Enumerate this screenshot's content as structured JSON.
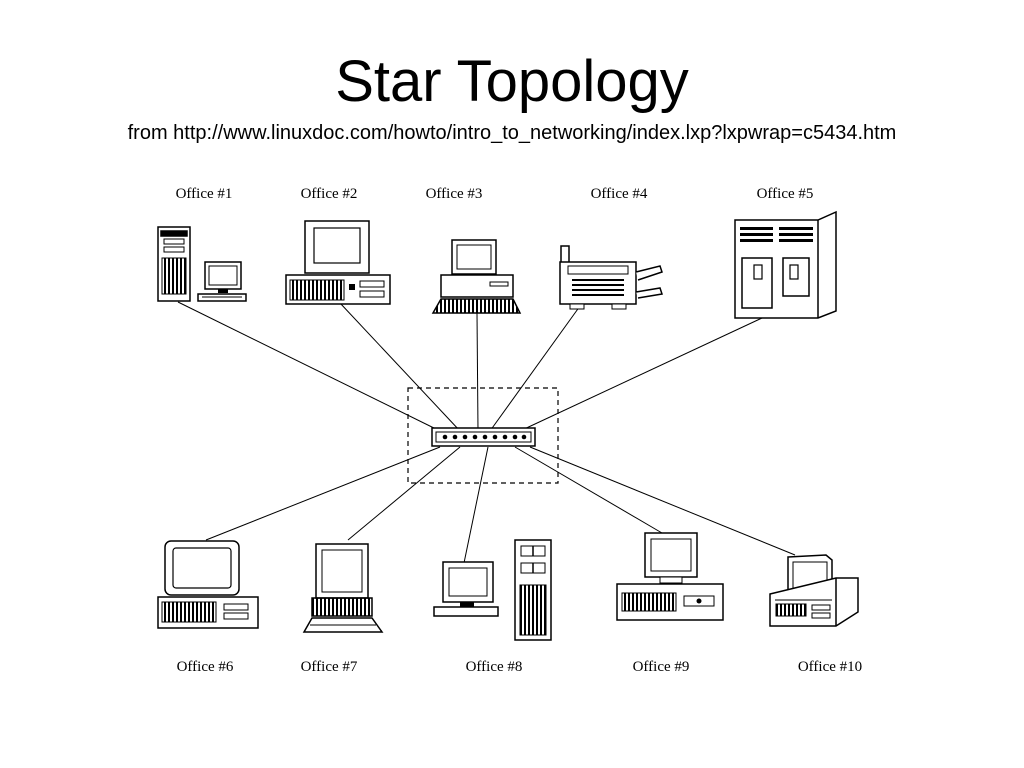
{
  "slide": {
    "title": "Star Topology",
    "subtitle": "from http://www.linuxdoc.com/howto/intro_to_networking/index.lxp?lxpwrap=c5434.htm"
  },
  "diagram": {
    "hub_icon": "network-hub-icon",
    "nodes": [
      {
        "id": "office-1",
        "label": "Office #1",
        "icon": "tower-computer-icon"
      },
      {
        "id": "office-2",
        "label": "Office #2",
        "icon": "desktop-computer-icon"
      },
      {
        "id": "office-3",
        "label": "Office #3",
        "icon": "terminal-computer-icon"
      },
      {
        "id": "office-4",
        "label": "Office #4",
        "icon": "printer-icon"
      },
      {
        "id": "office-5",
        "label": "Office #5",
        "icon": "mainframe-icon"
      },
      {
        "id": "office-6",
        "label": "Office #6",
        "icon": "desktop-computer-icon"
      },
      {
        "id": "office-7",
        "label": "Office #7",
        "icon": "terminal-computer-icon"
      },
      {
        "id": "office-8",
        "label": "Office #8",
        "icon": "tower-computer-icon"
      },
      {
        "id": "office-9",
        "label": "Office #9",
        "icon": "desktop-computer-icon"
      },
      {
        "id": "office-10",
        "label": "Office #10",
        "icon": "desktop-computer-icon"
      }
    ],
    "colors": {
      "line": "#000000",
      "background": "#ffffff"
    }
  }
}
